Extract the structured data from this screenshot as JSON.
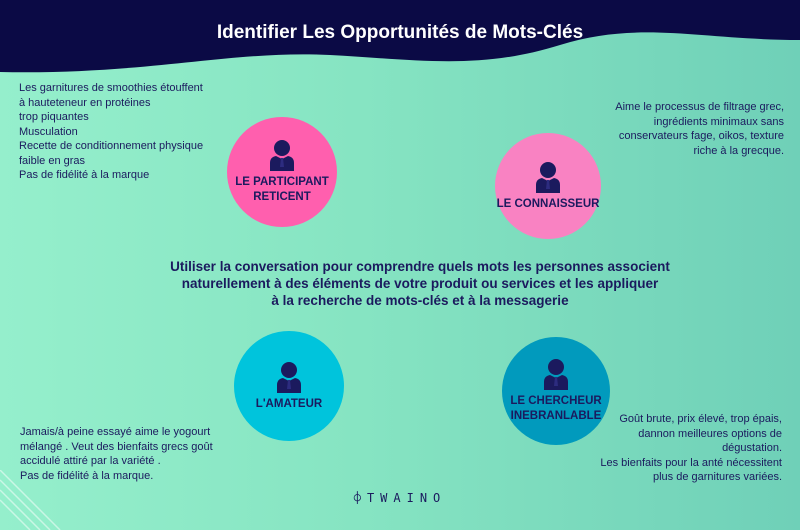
{
  "title": "Identifier Les Opportunités de Mots-Clés",
  "colors": {
    "navy": "#0b0a45",
    "pink": "#ff5fae",
    "light_pink": "#f982c2",
    "cyan": "#00c4dc",
    "blue": "#019abd",
    "text": "#1b1a5e"
  },
  "personas": [
    {
      "label": "LE PARTICIPANT\nRETICENT",
      "icon": "person-icon",
      "description": "Les garnitures de smoothies étouffent\n à hauteteneur en protéines\n trop piquantes\nMusculation\nRecette de conditionnement physique\nfaible en gras\nPas de fidélité à la marque"
    },
    {
      "label": "LE CONNAISSEUR",
      "icon": "person-icon",
      "description": "Aime le processus de filtrage grec,\ningrédients minimaux sans\nconservateurs fage, oikos, texture\nriche à la grecque."
    },
    {
      "label": "L'AMATEUR",
      "icon": "person-icon",
      "description": "Jamais/à peine essayé aime le yogourt\nmélangé . Veut des bienfaits grecs goût\naccidulé attiré par la variété .\nPas de fidélité à la marque."
    },
    {
      "label": "LE CHERCHEUR\nINEBRANLABLE",
      "icon": "person-icon",
      "description": "Goût brute, prix élevé, trop épais,\ndannon meilleures options de\ndégustation.\nLes bienfaits pour la anté nécessitent\nplus de garnitures variées."
    }
  ],
  "center_text": "Utiliser la conversation pour comprendre quels mots les personnes associent\nnaturellement à des éléments de votre produit ou services et les appliquer\nà la recherche de mots-clés et à la messagerie",
  "logo": "TWAINO"
}
